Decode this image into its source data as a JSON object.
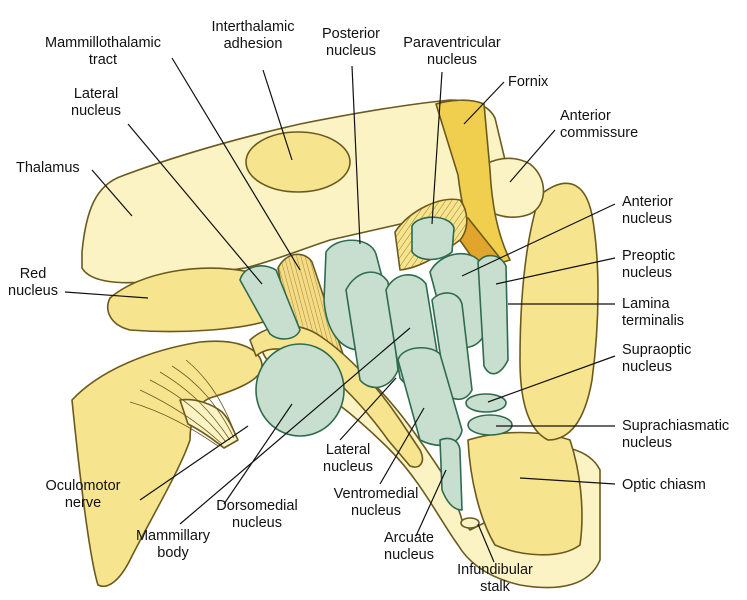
{
  "colors": {
    "tissue_light": "#fbf3c4",
    "tissue_mid": "#f6e48f",
    "tissue_dark": "#f0cf4f",
    "tract_orange": "#e0a52a",
    "nucleus_green": "#c8dfcf",
    "nucleus_edge": "#2f6b4d",
    "outline": "#6b5a1e",
    "label_text": "#111111"
  },
  "labels": {
    "mammillothalamic_tract": [
      "Mammillothalamic",
      "tract"
    ],
    "interthalamic_adhesion": [
      "Interthalamic",
      "adhesion"
    ],
    "posterior_nucleus": [
      "Posterior",
      "nucleus"
    ],
    "paraventricular_nucleus": [
      "Paraventricular",
      "nucleus"
    ],
    "fornix": [
      "Fornix"
    ],
    "lateral_nucleus_top": [
      "Lateral",
      "nucleus"
    ],
    "anterior_commissure": [
      "Anterior",
      "commissure"
    ],
    "thalamus": [
      "Thalamus"
    ],
    "anterior_nucleus": [
      "Anterior",
      "nucleus"
    ],
    "red_nucleus": [
      "Red",
      "nucleus"
    ],
    "preoptic_nucleus": [
      "Preoptic",
      "nucleus"
    ],
    "lamina_terminalis": [
      "Lamina",
      "terminalis"
    ],
    "supraoptic_nucleus": [
      "Supraoptic",
      "nucleus"
    ],
    "suprachiasmatic_nucleus": [
      "Suprachiasmatic",
      "nucleus"
    ],
    "lateral_nucleus_bottom": [
      "Lateral",
      "nucleus"
    ],
    "optic_chiasm": [
      "Optic chiasm"
    ],
    "oculomotor_nerve": [
      "Oculomotor",
      "nerve"
    ],
    "ventromedial_nucleus": [
      "Ventromedial",
      "nucleus"
    ],
    "dorsomedial_nucleus": [
      "Dorsomedial",
      "nucleus"
    ],
    "mammillary_body": [
      "Mammillary",
      "body"
    ],
    "arcuate_nucleus": [
      "Arcuate",
      "nucleus"
    ],
    "infundibular_stalk": [
      "Infundibular",
      "stalk"
    ]
  }
}
